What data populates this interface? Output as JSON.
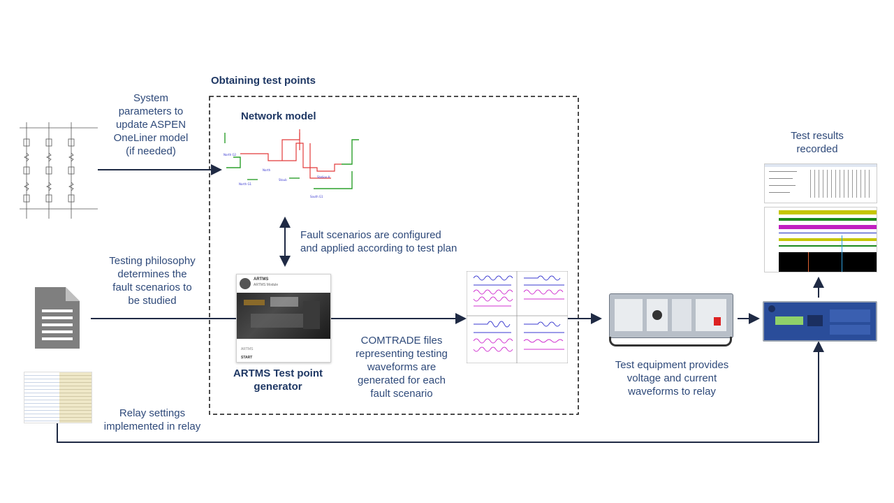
{
  "section_title": "Obtaining test points",
  "network_model_title": "Network model",
  "system_params": [
    "System",
    "parameters to",
    "update ASPEN",
    "OneLiner model",
    "(if needed)"
  ],
  "fault_config": [
    "Fault scenarios are configured",
    "and applied according to test plan"
  ],
  "philosophy": [
    "Testing philosophy",
    "determines the",
    "fault scenarios to",
    "be studied"
  ],
  "artms": {
    "title": "ARTMS",
    "subtitle": "ARTMS Module",
    "footer": "ARTMS",
    "start": "START",
    "caption": [
      "ARTMS Test point",
      "generator"
    ]
  },
  "comtrade": [
    "COMTRADE files",
    "representing testing",
    "waveforms are",
    "generated for each",
    "fault scenario"
  ],
  "test_equipment": [
    "Test equipment provides",
    "voltage and current",
    "waveforms to relay"
  ],
  "test_results": [
    "Test results",
    "recorded"
  ],
  "relay_settings": [
    "Relay settings",
    "implemented in relay"
  ],
  "colors": {
    "arrow": "#1f2a44",
    "text": "#2f4a7a",
    "title": "#1f3864"
  }
}
